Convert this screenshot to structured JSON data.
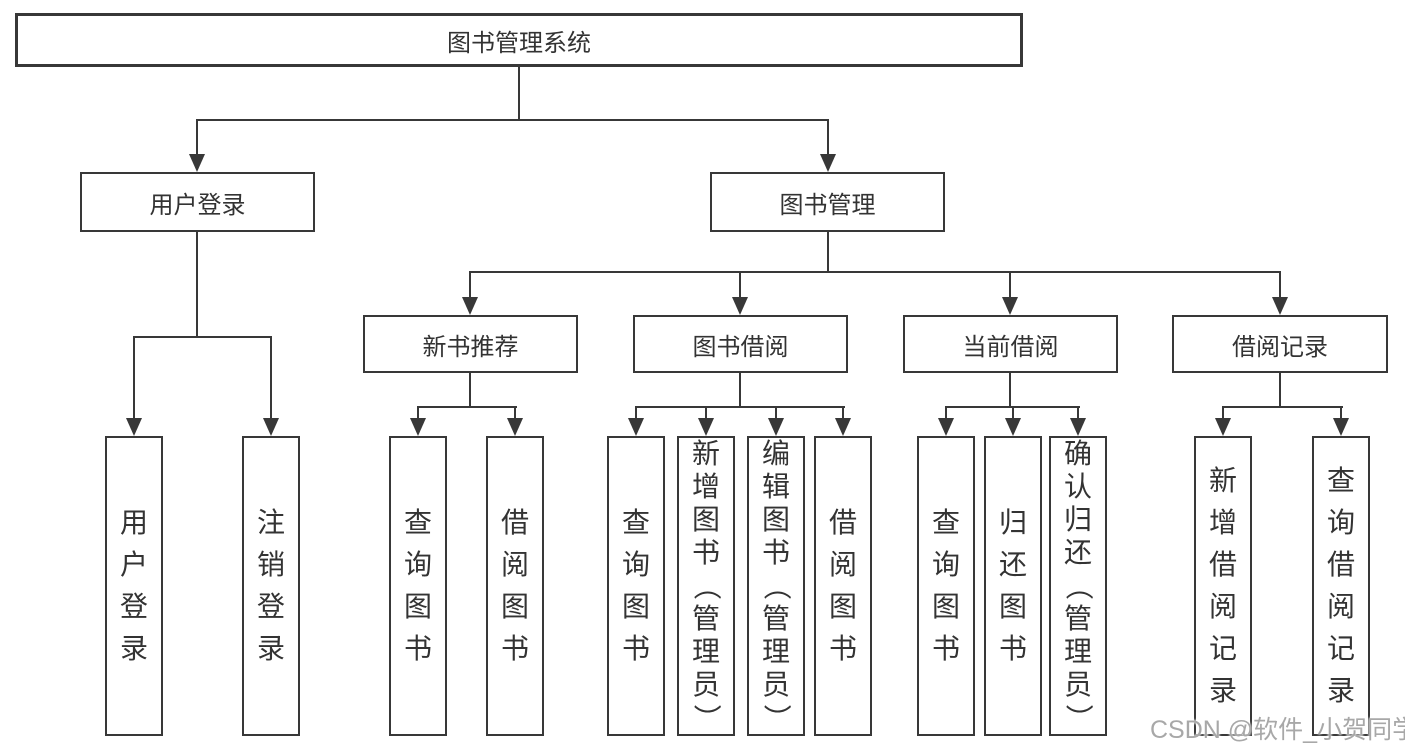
{
  "diagram": {
    "root": {
      "label": "图书管理系统"
    },
    "level2": [
      {
        "label": "用户登录"
      },
      {
        "label": "图书管理"
      }
    ],
    "level3": [
      {
        "label": "新书推荐"
      },
      {
        "label": "图书借阅"
      },
      {
        "label": "当前借阅"
      },
      {
        "label": "借阅记录"
      }
    ],
    "leaves": {
      "user_login": [
        "用户登录",
        "注销登录"
      ],
      "new_book_recommend": [
        "查询图书",
        "借阅图书"
      ],
      "book_borrow": [
        "查询图书",
        "新增图书（管理员）",
        "编辑图书（管理员）",
        "借阅图书"
      ],
      "current_borrow": [
        "查询图书",
        "归还图书",
        "确认归还（管理员）"
      ],
      "borrow_records": [
        "新增借阅记录",
        "查询借阅记录"
      ]
    }
  },
  "watermark": {
    "text": "CSDN @软件_小贺同学"
  },
  "colors": {
    "line": "#383838",
    "box_background": "#ffffff",
    "text": "#333333",
    "watermark": "#a8a8a8"
  }
}
